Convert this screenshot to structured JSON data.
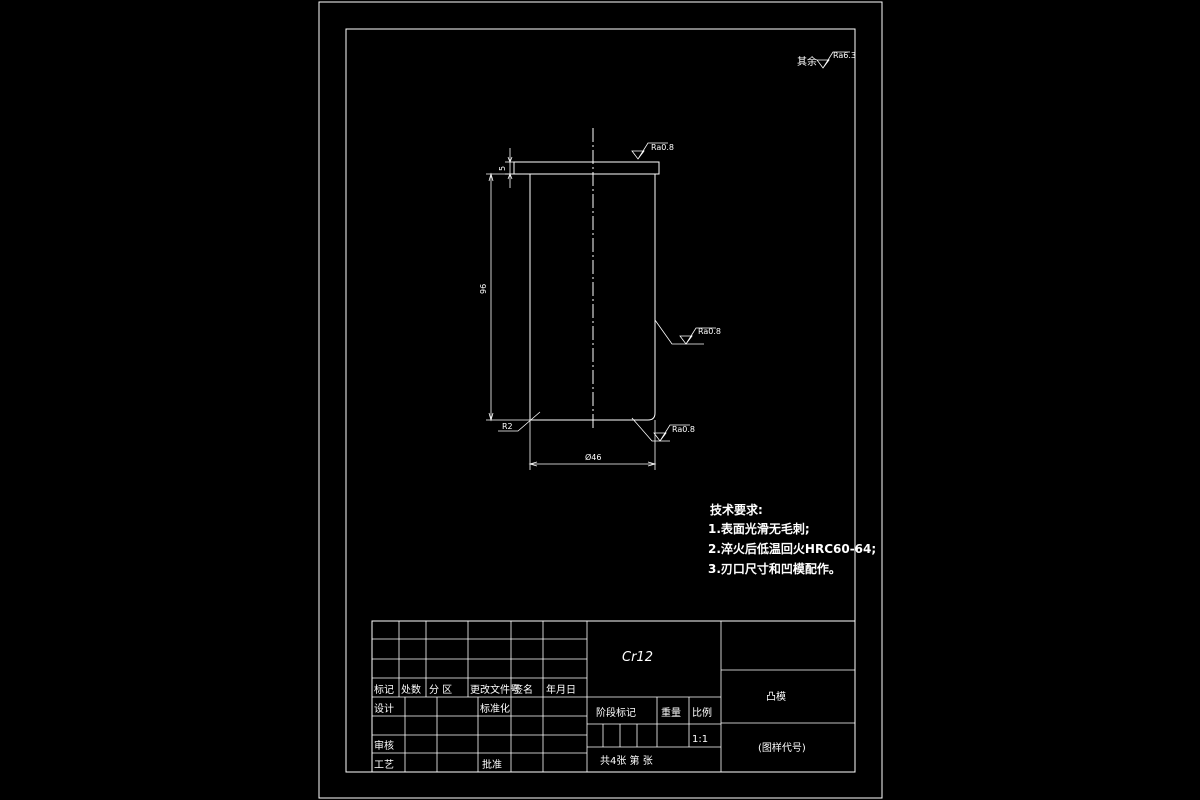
{
  "surface_finish": {
    "remaining_label": "其余",
    "remaining_value": "Ra6.3",
    "top_value": "Ra0.8",
    "side_value": "Ra0.8",
    "bottom_value": "Ra0.8"
  },
  "dimensions": {
    "flange_height": "5",
    "body_height": "96",
    "radius": "R2",
    "diameter": "Ø46"
  },
  "technical_requirements": {
    "title": "技术要求:",
    "items": [
      "1.表面光滑无毛刺;",
      "2.淬火后低温回火HRC60-64;",
      "3.刃口尺寸和凹模配作。"
    ]
  },
  "title_block": {
    "material": "Cr12",
    "part_name": "凸模",
    "drawing_code": "(图样代号)",
    "headers": {
      "mark": "标记",
      "count": "处数",
      "zone": "分 区",
      "change_doc": "更改文件号",
      "signature": "签名",
      "date": "年月日",
      "design": "设计",
      "standardize": "标准化",
      "check": "审核",
      "process": "工艺",
      "approve": "批准",
      "stage_mark": "阶段标记",
      "weight": "重量",
      "scale": "比例"
    },
    "scale_value": "1:1",
    "sheets": "共4张 第 张"
  }
}
